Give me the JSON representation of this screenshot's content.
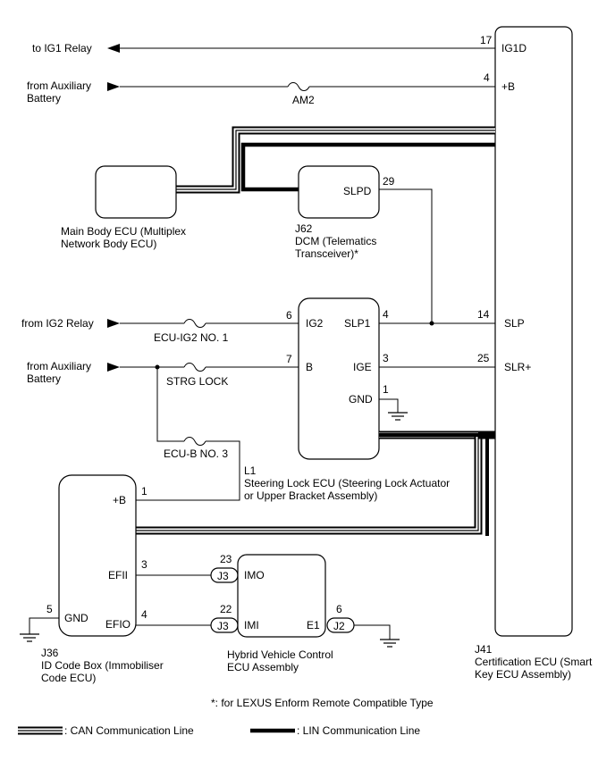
{
  "ecus": {
    "certification": {
      "line1": "J41",
      "line2": "Certification ECU (Smart",
      "line3": "Key ECU Assembly)"
    },
    "main_body": {
      "line1": "Main Body ECU (Multiplex",
      "line2": "Network Body ECU)"
    },
    "dcm": {
      "line1": "J62",
      "line2": "DCM (Telematics",
      "line3": "Transceiver)*"
    },
    "steering_lock": {
      "line1": "L1",
      "line2": "Steering Lock ECU (Steering Lock Actuator",
      "line3": "or Upper Bracket Assembly)"
    },
    "id_code_box": {
      "line1": "J36",
      "line2": "ID Code Box (Immobiliser",
      "line3": "Code ECU)"
    },
    "hybrid": {
      "line1": "Hybrid Vehicle Control",
      "line2": "ECU Assembly"
    }
  },
  "sources": {
    "ig1_relay": "to IG1 Relay",
    "aux_battery_1_line1": "from Auxiliary",
    "aux_battery_1_line2": "Battery",
    "ig2_relay": "from IG2 Relay",
    "aux_battery_2_line1": "from Auxiliary",
    "aux_battery_2_line2": "Battery"
  },
  "fuses": {
    "am2": "AM2",
    "ecu_ig2": "ECU-IG2 NO. 1",
    "strg_lock": "STRG LOCK",
    "ecu_b": "ECU-B NO. 3"
  },
  "pins": {
    "cert_ig1d": "IG1D",
    "cert_ig1d_num": "17",
    "cert_b": "+B",
    "cert_b_num": "4",
    "cert_slp": "SLP",
    "cert_slp_num": "14",
    "cert_slr": "SLR+",
    "cert_slr_num": "25",
    "dcm_slpd": "SLPD",
    "dcm_slpd_num": "29",
    "sl_ig2": "IG2",
    "sl_ig2_num": "6",
    "sl_b": "B",
    "sl_b_num": "7",
    "sl_slp1": "SLP1",
    "sl_slp1_num": "4",
    "sl_ige": "IGE",
    "sl_ige_num": "3",
    "sl_gnd": "GND",
    "sl_gnd_num": "1",
    "id_b": "+B",
    "id_b_num": "1",
    "id_efii": "EFII",
    "id_efii_num": "3",
    "id_efio": "EFIO",
    "id_efio_num": "4",
    "id_gnd": "GND",
    "id_gnd_num": "5",
    "hv_imo": "IMO",
    "hv_imo_num": "23",
    "hv_imi": "IMI",
    "hv_imi_num": "22",
    "hv_e1": "E1",
    "hv_e1_num": "6"
  },
  "connectors": {
    "j3_a": "J3",
    "j3_b": "J3",
    "j2": "J2"
  },
  "footnote": "*: for LEXUS Enform Remote Compatible Type",
  "legend": {
    "can": ": CAN Communication Line",
    "lin": ": LIN Communication Line"
  }
}
